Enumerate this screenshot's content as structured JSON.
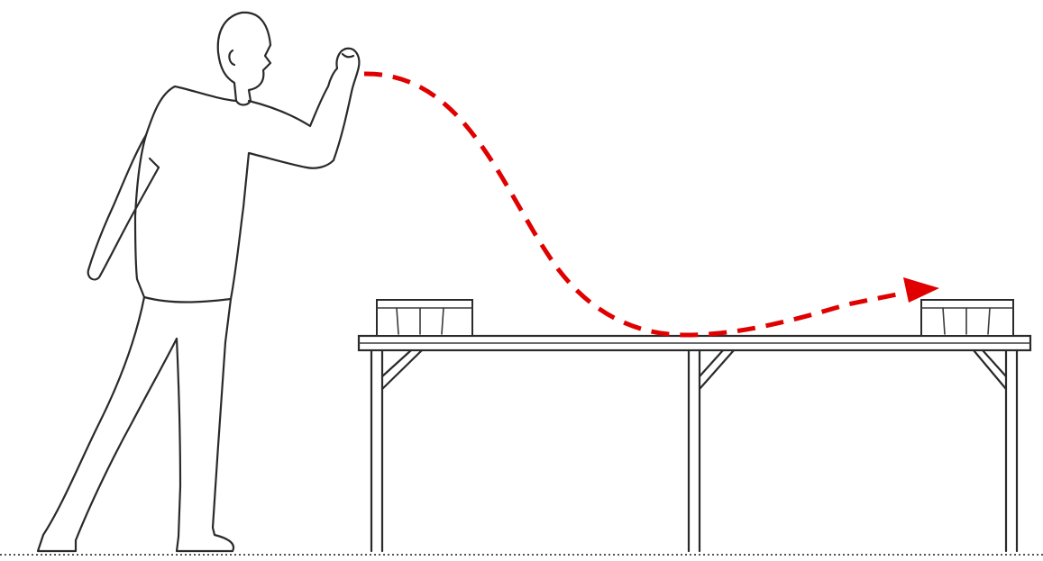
{
  "scene": {
    "figure": "person-throwing",
    "trajectory": "dashed-red-arc-with-arrow",
    "colors": {
      "line_art": "#2a2a2a",
      "trajectory": "#e00000",
      "background": "#ffffff",
      "floor": "#555555"
    },
    "cup_groups": [
      {
        "side": "near",
        "cups_visible": 4
      },
      {
        "side": "far",
        "cups_visible": 4
      }
    ]
  }
}
